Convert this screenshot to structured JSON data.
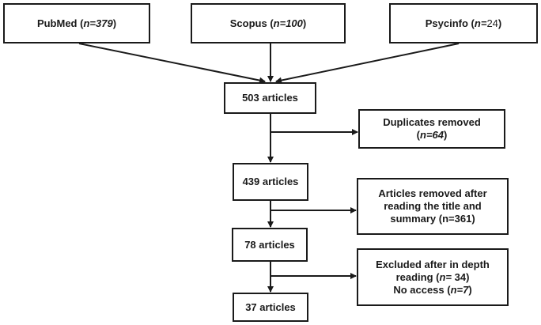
{
  "sources": [
    {
      "name": "PubMed",
      "count_open": "(",
      "count": "n=379",
      "count_close": ")"
    },
    {
      "name": "Scopus",
      "count_open": "(",
      "count": "n=100",
      "count_close": ")"
    },
    {
      "name": "Psycinfo",
      "count_open": "(",
      "count": "n=",
      "count_value": "24",
      "count_close": ")"
    }
  ],
  "stages": [
    {
      "label": "503 articles"
    },
    {
      "label": "439 articles"
    },
    {
      "label": "78 articles"
    },
    {
      "label": "37 articles"
    }
  ],
  "exclusions": [
    {
      "line1": "Duplicates removed",
      "line2_open": "(",
      "line2_italic": "n=64",
      "line2_close": ")"
    },
    {
      "line1": "Articles removed after",
      "line2": "reading the title and",
      "line3": "summary (n=361)"
    },
    {
      "line1": "Excluded after in depth",
      "line2_plain": "reading (",
      "line2_italic": "n=",
      "line2_rest": " 34)",
      "line3_plain": "No access (",
      "line3_italic": "n=7",
      "line3_close": ")"
    }
  ],
  "colors": {
    "stroke": "#1a1a1a",
    "background": "#ffffff"
  }
}
